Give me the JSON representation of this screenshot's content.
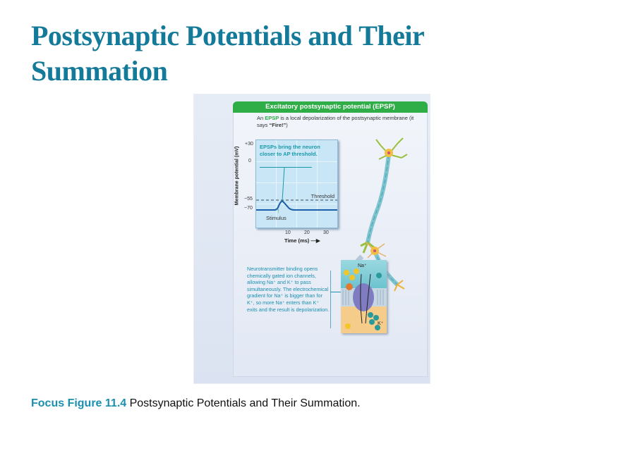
{
  "slide": {
    "title": "Postsynaptic Potentials and Their Summation"
  },
  "figure": {
    "header": "Excitatory postsynaptic potential (EPSP)",
    "description_prefix": "An ",
    "description_highlight": "EPSP",
    "description_middle": " is a local depolarization of the postsynaptic membrane (it says ",
    "description_bold": "“Fire!”",
    "description_suffix": ")",
    "graph": {
      "y_axis_title": "Membrane potential (mV)",
      "y_ticks": [
        "+30",
        "0",
        "−55",
        "−70"
      ],
      "x_ticks": [
        "10",
        "20",
        "30"
      ],
      "x_axis_title": "Time (ms) —▶",
      "note": "EPSPs bring the neuron closer to AP threshold.",
      "threshold_label": "Threshold",
      "stimulus_label": "Stimulus",
      "stimulus_icon": "up-arrow",
      "colors": {
        "trace": "#1d5fa8",
        "background": "#c9e6f7",
        "note": "#1a9aa8"
      }
    },
    "callout": "Neurotransmitter binding opens chemically gated ion channels, allowing Na⁺ and K⁺ to pass simultaneously. The electrochemical gradient for Na⁺ is bigger than for K⁺, so more Na⁺ enters than K⁺ exits and the result is depolarization.",
    "channel_labels": {
      "na": "Na⁺",
      "k": "K⁺"
    },
    "accent_color": "#2fae48"
  },
  "caption": {
    "lead": "Focus Figure 11.4",
    "text": " Postsynaptic Potentials and Their Summation."
  }
}
